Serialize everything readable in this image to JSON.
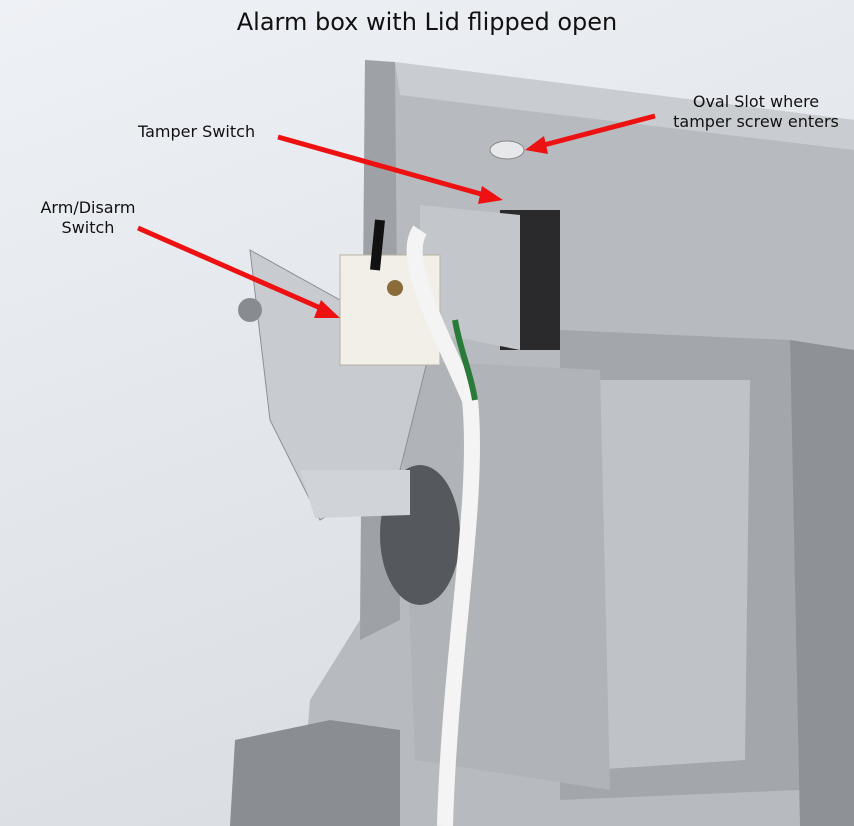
{
  "title": "Alarm box with Lid flipped open",
  "annotations": {
    "tamper_switch": "Tamper Switch",
    "oval_slot_line1": "Oval Slot where",
    "oval_slot_line2": "tamper screw enters",
    "arm_disarm_line1": "Arm/Disarm",
    "arm_disarm_line2": "Switch"
  },
  "colors": {
    "arrow": "#ee1111",
    "metal": "#a7abb0",
    "background": "#e3e7ec"
  }
}
